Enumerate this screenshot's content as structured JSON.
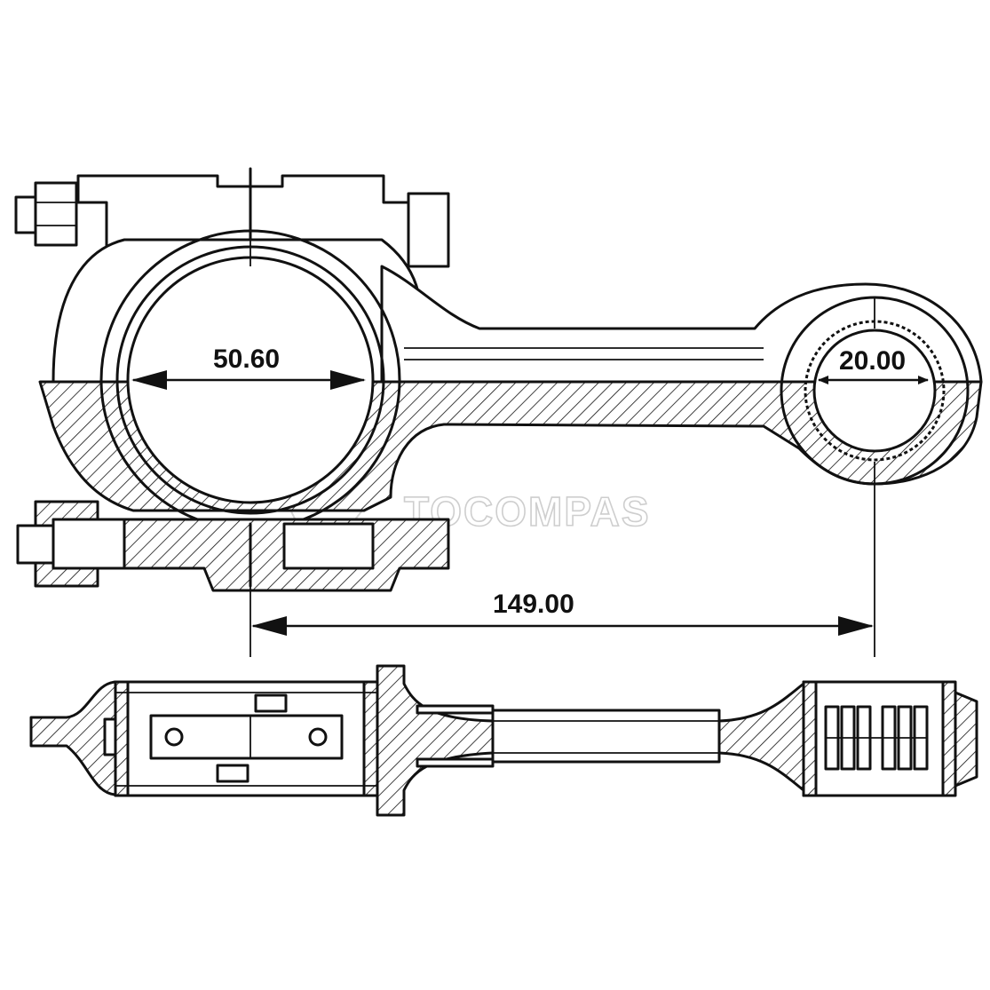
{
  "dimensions": {
    "big_end_bore": "50.60",
    "small_end_bore": "20.00",
    "center_distance": "149.00"
  },
  "watermark": {
    "text": "TOCOMPAS"
  },
  "colors": {
    "line": "#111111",
    "background": "#ffffff",
    "watermark": "#c9c9c9"
  }
}
